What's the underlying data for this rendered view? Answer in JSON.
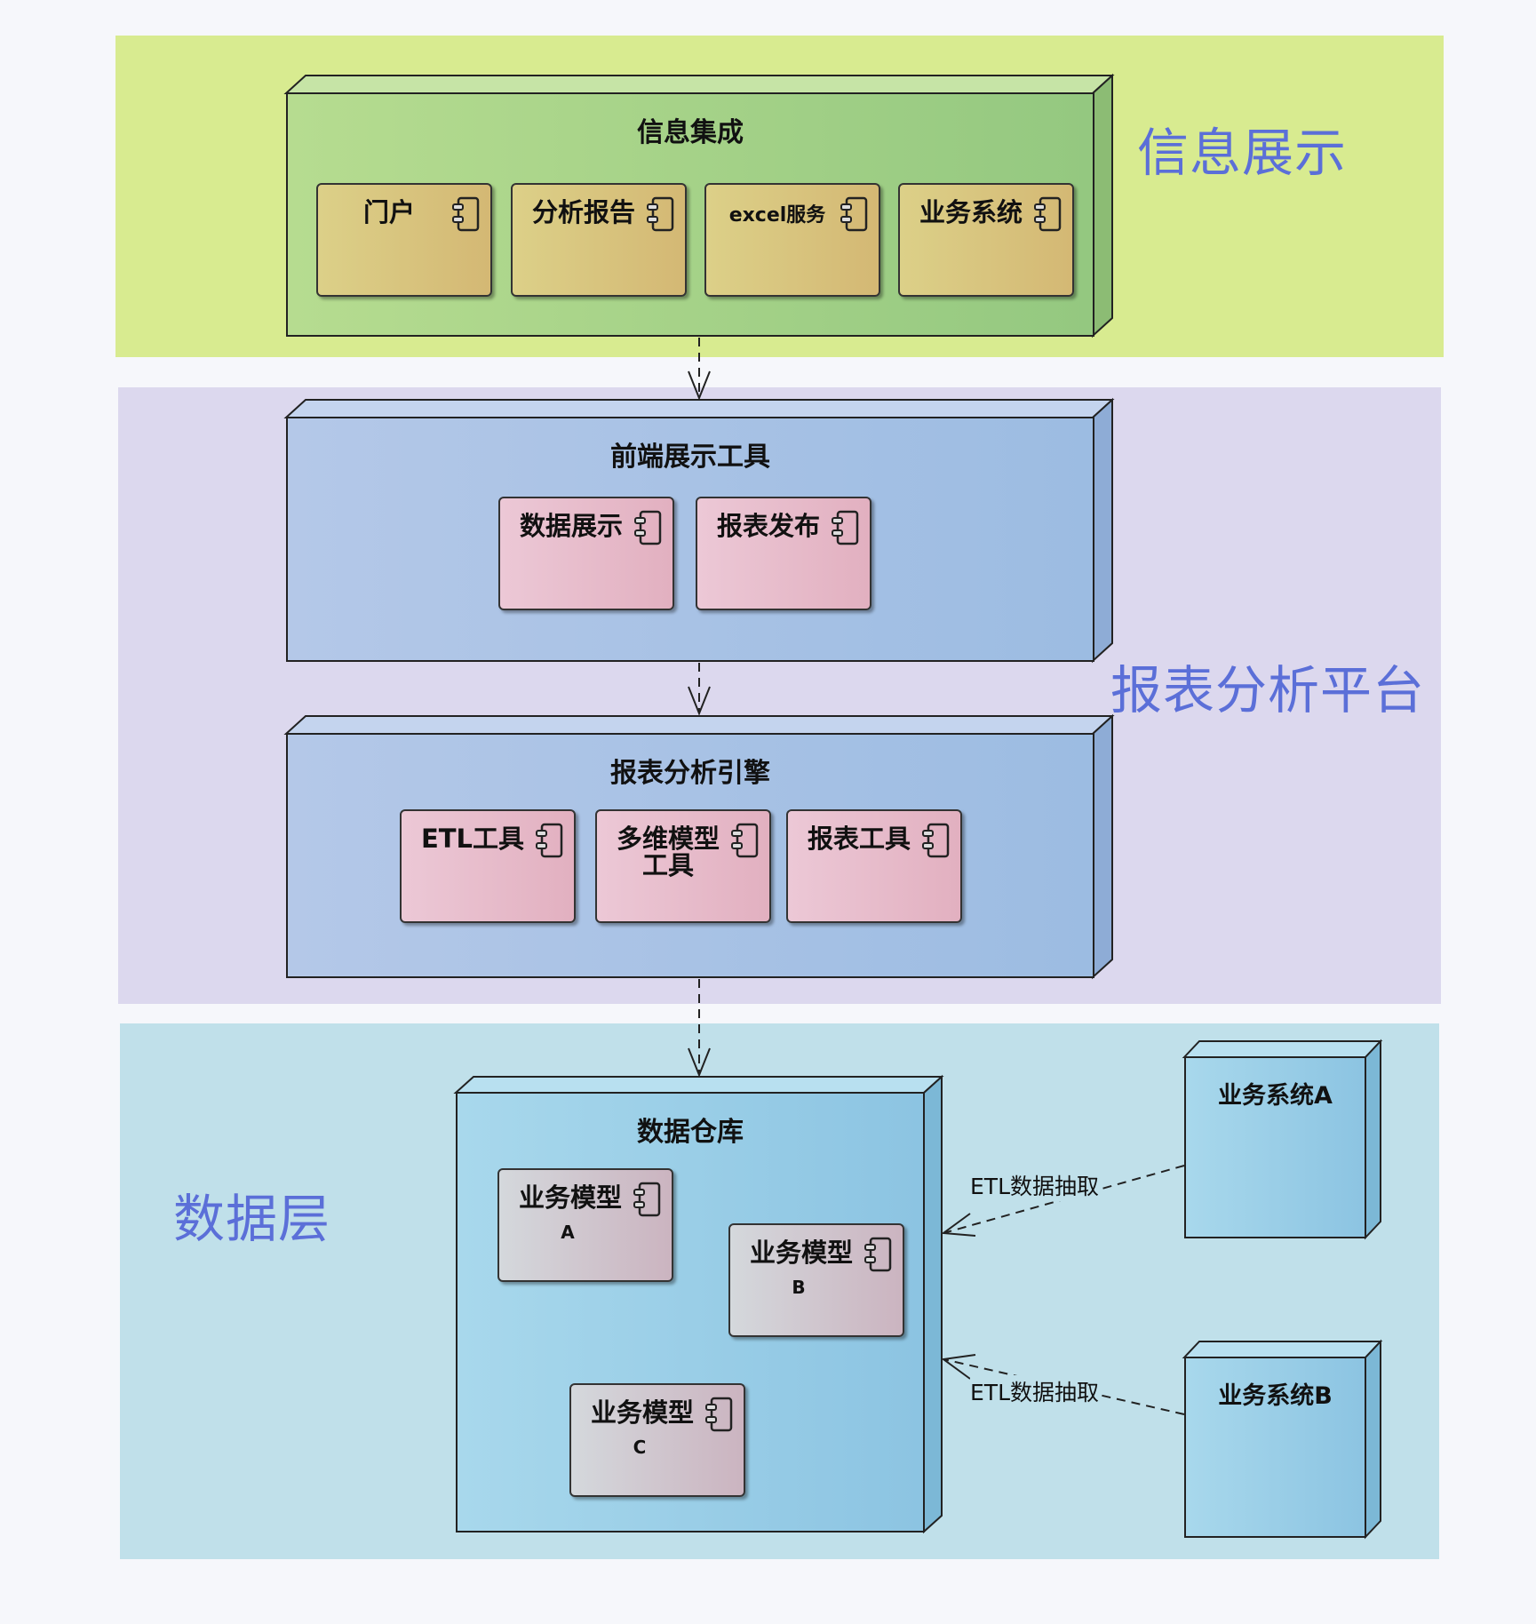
{
  "colors": {
    "layer_info": "#d8eb90",
    "layer_report": "#dcd8ee",
    "layer_data": "#c0e0ea",
    "layer_label": "#5b6fd8",
    "node_green": "#a8d488",
    "node_blue": "#a7bfe4",
    "node_warehouse": "#9fd0e6",
    "comp_gold": "#dcc882",
    "comp_pink": "#e8c4d0",
    "comp_gray": "#d0d0d4"
  },
  "layers": {
    "info": "信息展示",
    "report": "报表分析平台",
    "data": "数据层"
  },
  "nodes": {
    "info_integration": {
      "title": "信息集成",
      "components": [
        "门户",
        "分析报告",
        "excel服务",
        "业务系统"
      ]
    },
    "frontend_tools": {
      "title": "前端展示工具",
      "components": [
        "数据展示",
        "报表发布"
      ]
    },
    "report_engine": {
      "title": "报表分析引擎",
      "components": [
        "ETL工具",
        "多维模型\n工具",
        "报表工具"
      ]
    },
    "warehouse": {
      "title": "数据仓库",
      "components": [
        {
          "name": "业务模型",
          "sub": "A"
        },
        {
          "name": "业务模型",
          "sub": "B"
        },
        {
          "name": "业务模型",
          "sub": "C"
        }
      ]
    },
    "system_a": {
      "title": "业务系统A"
    },
    "system_b": {
      "title": "业务系统B"
    }
  },
  "edges": {
    "etl_a": "ETL数据抽取",
    "etl_b": "ETL数据抽取"
  },
  "icons": {
    "component": "uml-component-icon"
  }
}
